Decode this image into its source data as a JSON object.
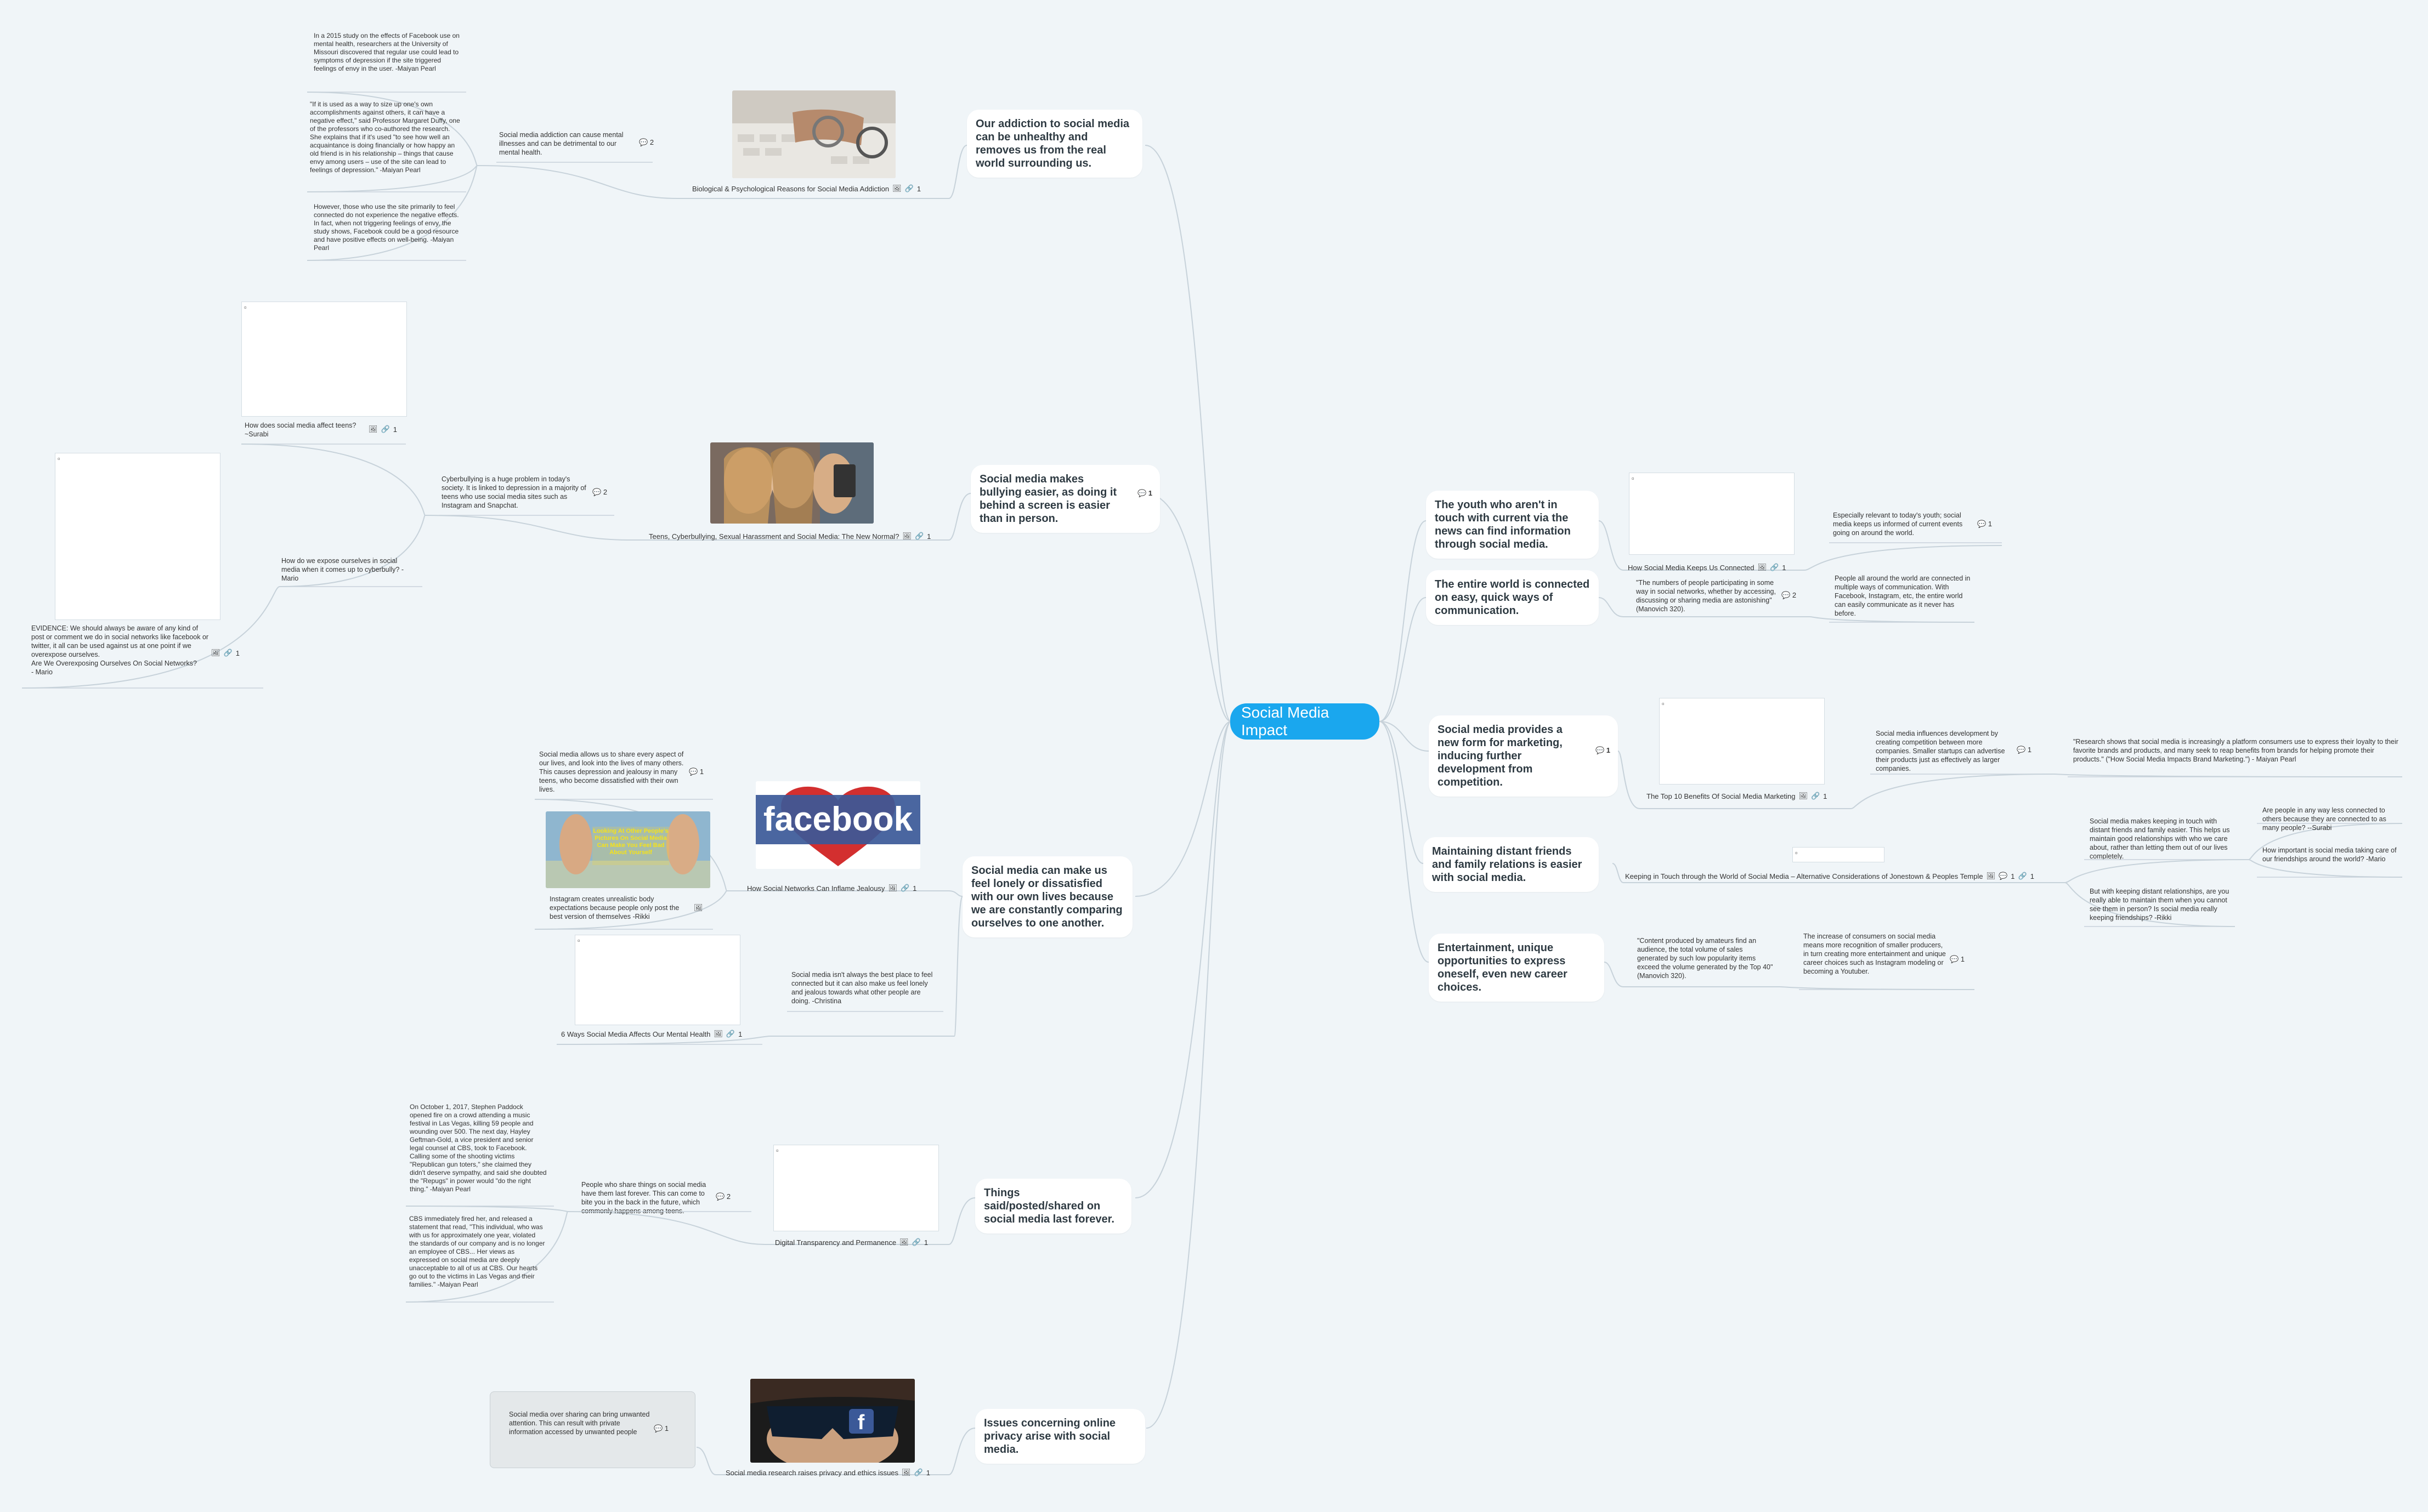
{
  "central": "Social Media Impact",
  "icons": {
    "comment": "comment-icon",
    "link": "link-icon",
    "image": "image-icon"
  },
  "colors": {
    "accent": "#1aa7ee",
    "line": "#c7d2da",
    "background": "#f0f5f8"
  },
  "branches": {
    "b1": {
      "text": "Our addiction to social media can be unhealthy and removes us from the real world surrounding us."
    },
    "b2": {
      "text": "Social media makes bullying easier, as doing it behind a screen is easier than in person.",
      "comments": "1"
    },
    "b3": {
      "text": "Social media can make us feel lonely or dissatisfied with our own lives because we are constantly comparing ourselves to one another."
    },
    "b4": {
      "text": "Things said/posted/shared on social media last forever."
    },
    "b5": {
      "text": "Issues concerning online privacy arise with social media."
    },
    "b6": {
      "text": "The youth who aren't in touch with current via the news can find information through social media."
    },
    "b7": {
      "text": "The entire world is connected on easy, quick ways of communication."
    },
    "b8": {
      "text": "Social media provides a new form for marketing, inducing further development from competition.",
      "comments": "1"
    },
    "b9": {
      "text": "Maintaining distant friends and family relations is easier with social media."
    },
    "b10": {
      "text": "Entertainment, unique opportunities to express oneself, even new career choices."
    }
  },
  "left": {
    "addiction": {
      "resource": "Biological & Psychological Reasons for Social Media Addiction",
      "links": "1",
      "topic": "Social media addiction can cause mental illnesses and can be detrimental to our mental health.",
      "comments": "2",
      "quote1": "In a 2015 study on the effects of Facebook use on mental health, researchers at the University of Missouri discovered that regular use could lead to symptoms of depression if the site triggered feelings of envy in the user. -Maiyan Pearl",
      "quote2": "\"If it is used as a way to size up one's own accomplishments against others, it can have a negative effect,\" said Professor Margaret Duffy, one of the professors who co-authored the research. She explains that if it's used \"to see how well an acquaintance is doing financially or how happy an old friend is in his relationship – things that cause envy among users – use of the site can lead to feelings of depression.\" -Maiyan Pearl",
      "quote3": "However, those who use the site primarily to feel connected do not experience the negative effects. In fact, when not triggering feelings of envy, the study shows, Facebook could be a good resource and have positive effects on well-being. -Maiyan Pearl"
    },
    "bullying": {
      "resource": "Teens, Cyberbullying, Sexual Harassment and Social Media: The New Normal?",
      "links": "1",
      "topic": "Cyberbullying is a huge problem in today's society. It is linked to depression in a majority of teens who use social media sites such as Instagram and Snapchat.",
      "comments": "2",
      "teens": "How does social media affect teens? ~Surabi",
      "teens_links": "1",
      "expose": "How do we expose ourselves in social media when it comes up to cyberbully? -Mario",
      "evidence": "EVIDENCE: We should always be aware of any kind of post or comment we do in social networks like facebook or twitter, it all can be used against us at one point if we overexpose ourselves.\nAre We Overexposing Ourselves On Social Networks?\n- Mario",
      "evidence_links": "1"
    },
    "lonely": {
      "facebook_word": "facebook",
      "resource": "How Social Networks Can Inflame Jealousy",
      "links": "1",
      "share": "Social media allows us to share every aspect of our lives, and look into the lives of many others. This causes depression and jealousy in many teens, who become dissatisfied with their own lives.",
      "share_comments": "1",
      "instagram": "Instagram creates unrealistic body expectations because people only post the best version of themselves -Rikki",
      "insta_caption": "Looking At Other People's Pictures On Social Media Can Make You Feel Bad About Yourself",
      "ways": "6 Ways Social Media Affects Our Mental Health",
      "ways_links": "1",
      "connected": "Social media isn't always the best place to feel connected but it can also make us feel lonely and jealous towards what other people are doing. -Christina"
    },
    "forever": {
      "resource": "Digital Transparency and Permanence",
      "links": "1",
      "topic": "People who share things on social media have them last forever. This can come to bite you in the back in the future, which commonly happens among teens.",
      "comments": "2",
      "quote1": "On October 1, 2017, Stephen Paddock opened fire on a crowd attending a music festival in Las Vegas, killing 59 people and wounding over 500. The next day, Hayley Geftman-Gold, a vice president and senior legal counsel at CBS, took to Facebook. Calling some of the shooting victims \"Republican gun toters,\" she claimed they didn't deserve sympathy, and said she doubted the \"Repugs\" in power would \"do the right thing.\" -Maiyan Pearl",
      "quote2": "CBS immediately fired her, and released a statement that read, \"This individual, who was with us for approximately one year, violated the standards of our company and is no longer an employee of CBS... Her views as expressed on social media are deeply unacceptable to all of us at CBS. Our hearts go out to the victims in Las Vegas and their families.\" -Maiyan Pearl"
    },
    "privacy": {
      "resource": "Social media research raises privacy and ethics issues",
      "links": "1",
      "topic": "Social media over sharing can bring unwanted attention. This can result with private information accessed by unwanted people",
      "comments": "1"
    }
  },
  "right": {
    "news": {
      "resource": "How Social Media Keeps Us Connected",
      "links": "1",
      "topic": "Especially relevant to today's youth; social media keeps us informed of current events going on around the world.",
      "comments": "1"
    },
    "world": {
      "quote": "\"The numbers of people participating in some way in social networks, whether by accessing, discussing or sharing media are astonishing\" (Manovich 320).",
      "comments": "2",
      "topic": "People all around the world are connected in multiple ways of communication. With Facebook, Instagram, etc, the entire world can easily communicate as it never has before."
    },
    "marketing": {
      "resource": "The Top 10 Benefits Of Social Media Marketing",
      "links": "1",
      "topic": "Social media influences development by creating competition between more companies. Smaller startups can advertise their products just as effectively as larger companies.",
      "comments": "1",
      "quote": "\"Research shows that social media is increasingly a platform consumers use to express their loyalty to their favorite brands and products, and many seek to reap benefits from brands for helping promote their products.\" (\"How Social Media Impacts Brand Marketing.\") - Maiyan Pearl"
    },
    "distant": {
      "resource": "Keeping in Touch through the World of Social Media – Alternative Considerations of Jonestown & Peoples Temple",
      "comments": "1",
      "links": "1",
      "topic": "Social media makes keeping in touch with distant friends and family easier. This helps us maintain good relationships with who we care about, rather than letting them out of our lives completely.",
      "q1": "Are people in any way less connected to others because they are connected to as many people? --Surabi",
      "q2": "How important is social media taking care of our friendships around the world? -Mario",
      "q3": "But with keeping distant relationships, are you really able to maintain them when you cannot see them in person? Is social media really keeping friendships? -Rikki"
    },
    "entertain": {
      "quote": "\"Content produced by amateurs find an audience, the total volume of sales generated by such low popularity items exceed the volume generated by the Top 40\" (Manovich 320).",
      "topic": "The increase of consumers on social media means more recognition of smaller producers, in turn creating more entertainment and unique career choices such as Instagram modeling or becoming a Youtuber.",
      "comments": "1"
    }
  }
}
